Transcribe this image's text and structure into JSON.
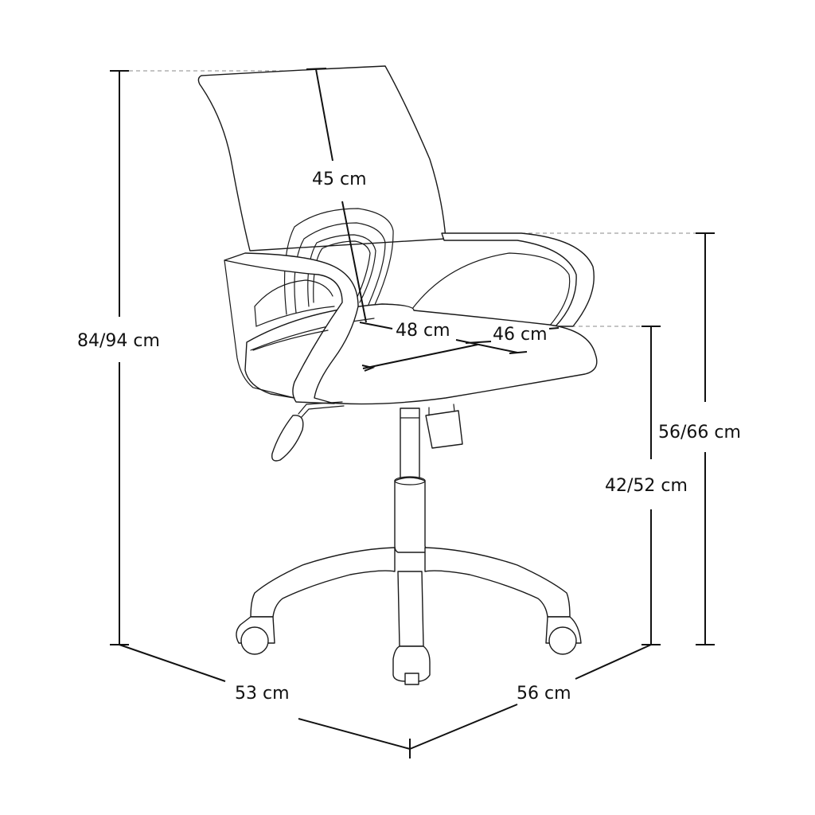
{
  "diagram": {
    "subject": "Office swivel chair with armrests",
    "line_color": "#1a1a1a",
    "background": "#ffffff",
    "dimensions": {
      "total_height": "84/94 cm",
      "backrest_height": "45 cm",
      "seat_width": "48 cm",
      "seat_depth": "46 cm",
      "armrest_height": "56/66 cm",
      "seat_height": "42/52 cm",
      "base_depth": "53 cm",
      "base_width": "56 cm"
    }
  }
}
